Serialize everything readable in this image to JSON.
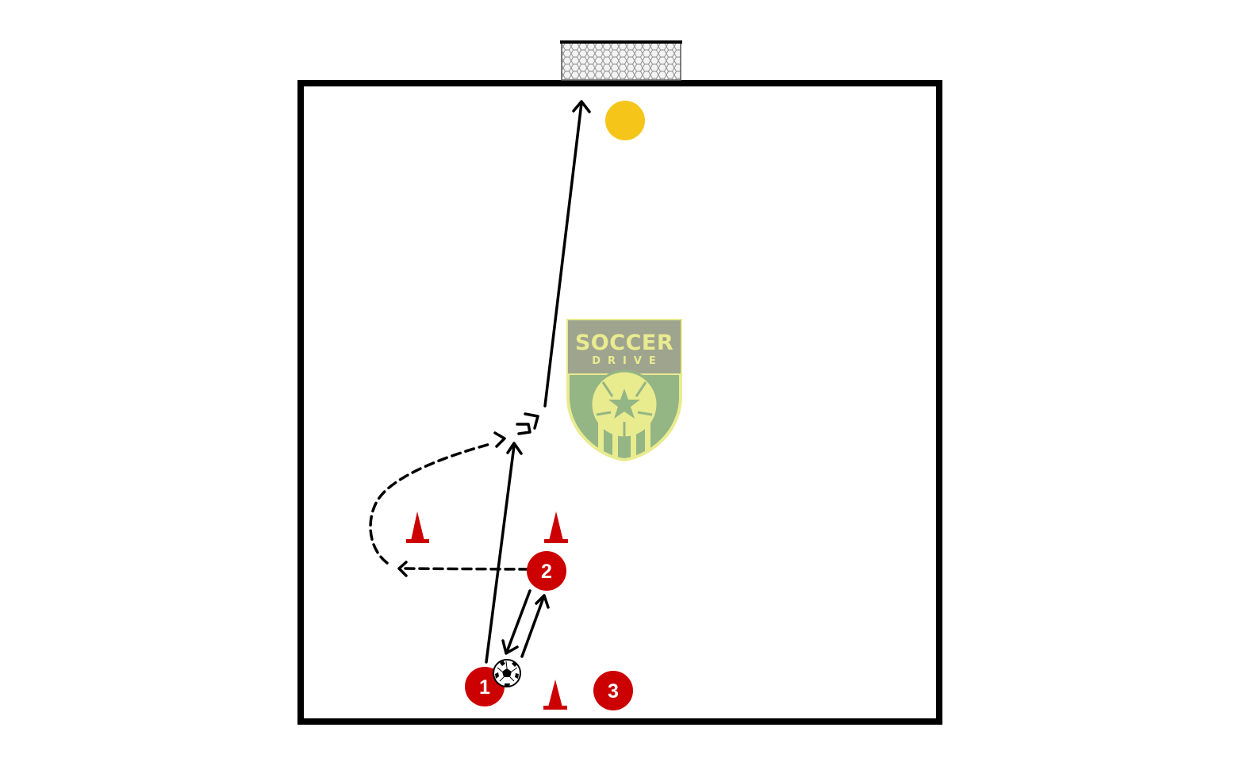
{
  "diagram": {
    "players": [
      {
        "label": "1",
        "color": "#cc0000"
      },
      {
        "label": "2",
        "color": "#cc0000"
      },
      {
        "label": "3",
        "color": "#cc0000"
      }
    ],
    "cone_color": "#cc0000",
    "target_marker_color": "#f5c51a",
    "field_line_color": "#000000",
    "icons": [
      "goal-net-icon",
      "soccer-ball-icon",
      "cone-icon",
      "target-marker-icon"
    ]
  },
  "watermark": {
    "title": "SOCCER",
    "subtitle": "DRIVE",
    "colors": {
      "band": "#9aa08a",
      "shield": "#8fb27e",
      "ink": "#e8ea8a"
    }
  }
}
